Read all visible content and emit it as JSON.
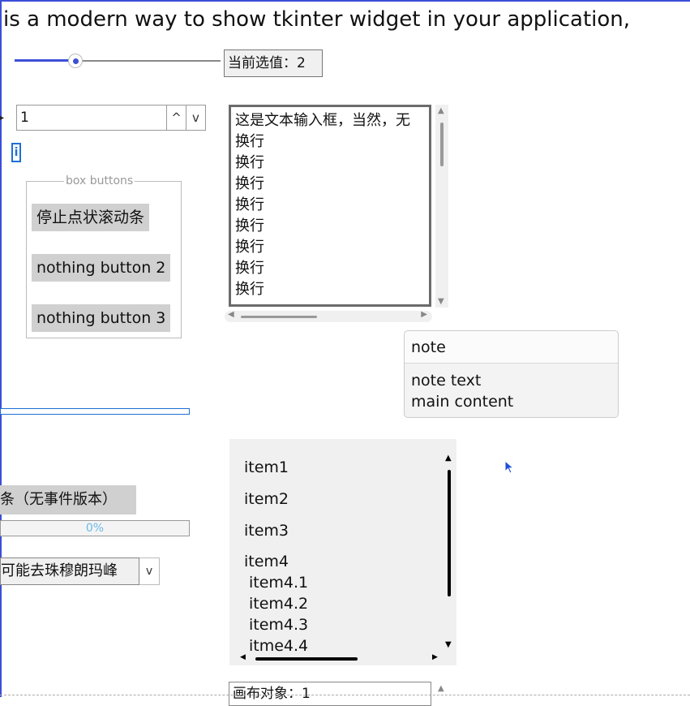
{
  "window": {
    "headline": "is a modern way to show tkinter widget in your application,"
  },
  "slider": {
    "value_label": "当前选值：2"
  },
  "spinbox": {
    "value": "1",
    "up_glyph": "^",
    "down_glyph": "v"
  },
  "info_icon": {
    "glyph": "i"
  },
  "groupbox": {
    "title": "box buttons",
    "buttons": [
      "停止点状滚动条",
      "nothing button 2",
      "nothing button 3"
    ]
  },
  "textbox": {
    "lines": [
      "这是文本输入框，当然，无",
      "换行",
      "换行",
      "换行",
      "换行",
      "换行",
      "换行",
      "换行",
      "换行"
    ]
  },
  "note": {
    "header": "note",
    "body_line1": "note text",
    "body_line2": "main content"
  },
  "progress": {
    "stop_button_label": "条（无事件版本）",
    "value_text": "0%",
    "value": 0
  },
  "combobox": {
    "value": "可能去珠穆朗玛峰",
    "arrow_glyph": "v"
  },
  "tree": {
    "items": [
      "item1",
      "item2",
      "item3",
      "item4"
    ],
    "children": [
      "item4.1",
      "item4.2",
      "item4.3",
      "itme4.4"
    ]
  },
  "canvas_field": {
    "value": "画布对象：1"
  },
  "colors": {
    "accent": "#3e4fd6",
    "info_blue": "#1e6fd6",
    "progress_text": "#6cb8e8"
  }
}
